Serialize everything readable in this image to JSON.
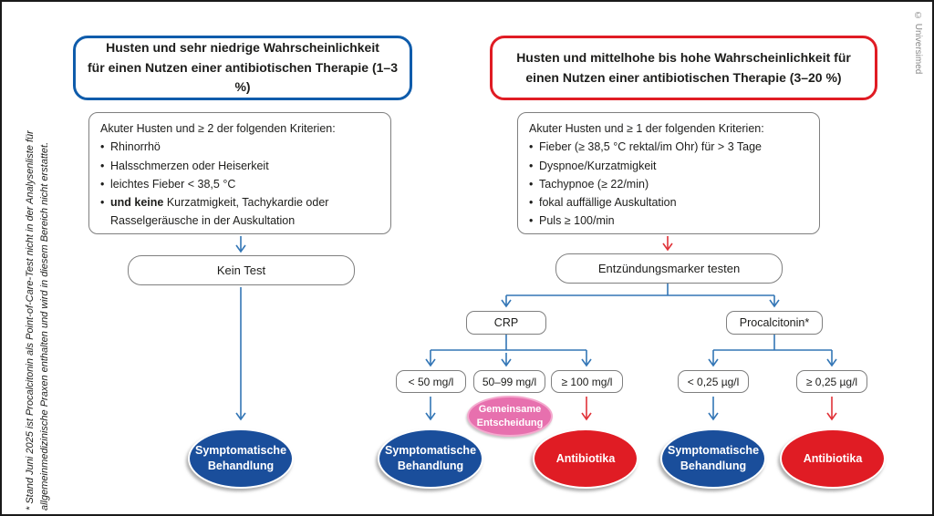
{
  "meta": {
    "copyright": "© Universimed",
    "footnote_line1": "* Stand Juni 2025 ist Procalcitonin als Point-of-Care-Test nicht in der Analysenliste für",
    "footnote_line2": "allgemeinmedizinische Praxen enthalten und wird in diesem Bereich nicht erstattet."
  },
  "colors": {
    "blue_border": "#0f5cab",
    "red_border": "#e01c24",
    "blue_arrow": "#3376b6",
    "red_arrow": "#e03238",
    "blue_ellipse": "#1a4e9b",
    "red_ellipse": "#e01c24",
    "pink_ellipse": "#e770ae",
    "gray_border": "#7f7f7f"
  },
  "left_branch": {
    "header_line1": "Husten und sehr niedrige Wahrscheinlichkeit",
    "header_line2": "für einen Nutzen einer antibiotischen Therapie (1–3 %)",
    "criteria_title": "Akuter Husten und ≥ 2 der folgenden Kriterien:",
    "items": [
      "Rhinorrhö",
      "Halsschmerzen oder Heiserkeit",
      "leichtes Fieber < 38,5 °C"
    ],
    "item_bold": "und keine",
    "item_bold_rest": " Kurzatmigkeit, Tachykardie oder Rasselgeräusche in der Auskultation",
    "no_test_label": "Kein Test"
  },
  "right_branch": {
    "header_line1": "Husten und mittelhohe bis hohe Wahrscheinlichkeit für",
    "header_line2": "einen Nutzen einer antibiotischen Therapie (3–20 %)",
    "criteria_title": "Akuter Husten und ≥ 1 der folgenden Kriterien:",
    "items": [
      "Fieber (≥ 38,5 °C rektal/im Ohr) für > 3 Tage",
      "Dyspnoe/Kurzatmigkeit",
      "Tachypnoe (≥ 22/min)",
      "fokal auffällige Auskultation",
      "Puls ≥ 100/min"
    ],
    "marker_test_label": "Entzündungsmarker testen",
    "crp_label": "CRP",
    "pct_label": "Procalcitonin*",
    "thresholds": [
      "< 50 mg/l",
      "50–99 mg/l",
      "≥ 100 mg/l",
      "< 0,25 µg/l",
      "≥ 0,25 µg/l"
    ]
  },
  "outcomes": {
    "symptomatic_line1": "Symptomatische",
    "symptomatic_line2": "Behandlung",
    "antibiotics": "Antibiotika",
    "shared_line1": "Gemeinsame",
    "shared_line2": "Entscheidung"
  }
}
